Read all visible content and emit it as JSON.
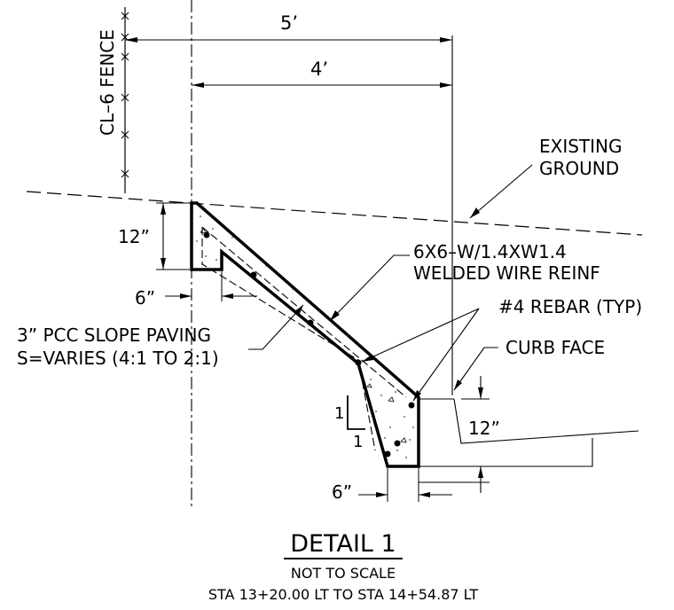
{
  "dimensions": {
    "top_span": "5’",
    "inner_span": "4’",
    "top_thickness": "12”",
    "top_width": "6”",
    "curb_height": "12”",
    "toe_width": "6”"
  },
  "labels": {
    "fence": "CL–6 FENCE",
    "existing_ground_line1": "EXISTING",
    "existing_ground_line2": "GROUND",
    "wire_line1": "6X6–W/1.4XW1.4",
    "wire_line2": "WELDED WIRE REINF",
    "rebar": "#4 REBAR (TYP)",
    "paving_line1": "3” PCC SLOPE PAVING",
    "paving_line2": "S=VARIES (4:1 TO 2:1)",
    "curb_face": "CURB FACE",
    "slope_rise": "1",
    "slope_run": "1"
  },
  "title": {
    "main": "DETAIL 1",
    "scale": "NOT TO SCALE",
    "station": "STA 13+20.00 LT TO STA 14+54.87 LT"
  }
}
